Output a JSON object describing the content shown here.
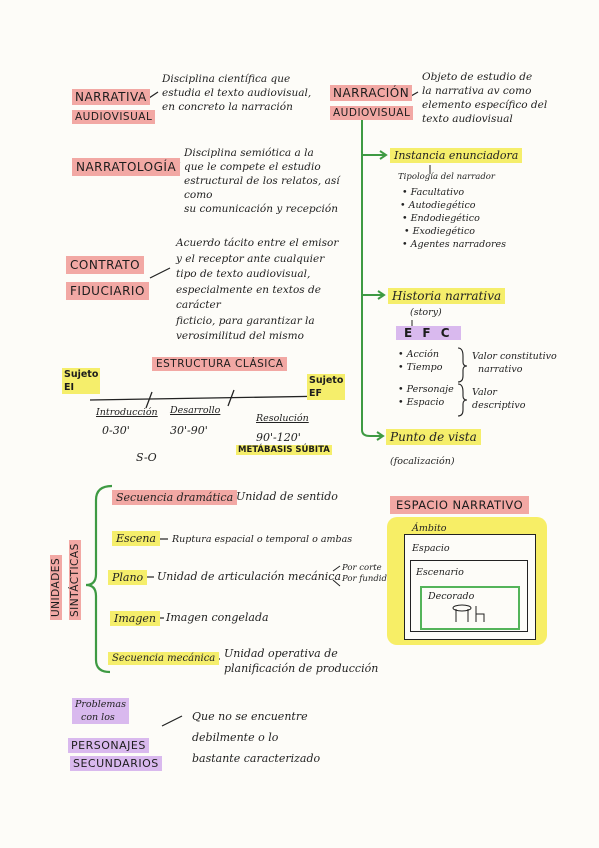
{
  "left": {
    "narrativa_line1": "NARRATIVA",
    "narrativa_line2": "AUDIOVISUAL",
    "narrativa_def": [
      "Disciplina científica que",
      "estudia el texto audiovisual,",
      "en concreto la narración"
    ],
    "narratologia": "NARRATOLOGÍA",
    "narratologia_def": [
      "Disciplina semiótica a la",
      "que le compete el estudio",
      "estructural de los relatos, así como",
      "su comunicación y recepción"
    ],
    "contrato_line1": "CONTRATO",
    "contrato_line2": "FIDUCIARIO",
    "contrato_def": [
      "Acuerdo tácito entre el emisor",
      "y el receptor ante cualquier",
      "tipo de texto audiovisual,",
      "especialmente en textos de carácter",
      "ficticio, para garantizar la",
      "verosimilitud del mismo"
    ]
  },
  "estructura": {
    "title": "ESTRUCTURA CLÁSICA",
    "sujeto_ei_1": "Sujeto",
    "sujeto_ei_2": "EI",
    "sujeto_ef_1": "Sujeto",
    "sujeto_ef_2": "EF",
    "intro": "Introducción",
    "intro_val": "0-30'",
    "desarrollo": "Desarrollo",
    "desarrollo_val": "30'-90'",
    "resolucion": "Resolución",
    "resolucion_val": "90'-120'",
    "metabasis": "METÁBASIS SÚBITA",
    "so": "S-O"
  },
  "right": {
    "narracion_line1": "NARRACIÓN",
    "narracion_line2": "AUDIOVISUAL",
    "narracion_def": [
      "Objeto de estudio de",
      "la narrativa av como",
      "elemento específico del",
      "texto audiovisual"
    ],
    "instancia": "Instancia enunciadora",
    "tipologia": "Tipología del narrador",
    "narradores": [
      "Facultativo",
      "Autodiegético",
      "Endodiegético",
      "Exodiegético",
      "Agentes narradores"
    ],
    "historia": "Historia narrativa",
    "story": "(story)",
    "efc": "E F C",
    "accion": "Acción",
    "tiempo": "Tiempo",
    "valor_constitutivo_1": "Valor constitutivo",
    "valor_constitutivo_2": "narrativo",
    "personaje": "Personaje",
    "espacio": "Espacio",
    "valor_descriptivo_1": "Valor",
    "valor_descriptivo_2": "descriptivo",
    "punto": "Punto de vista",
    "focalizacion": "(focalización)"
  },
  "unidades": {
    "label_1": "UNIDADES",
    "label_2": "SINTÁCTICAS",
    "items": [
      {
        "term": "Secuencia dramática",
        "def": "Unidad de sentido"
      },
      {
        "term": "Escena",
        "def": "Ruptura espacial o temporal o ambas"
      },
      {
        "term": "Plano",
        "def": "Unidad de articulación mecánica"
      },
      {
        "term": "Imagen",
        "def": "Imagen congelada"
      },
      {
        "term": "Secuencia mecánica",
        "def": "Unidad operativa de"
      }
    ],
    "plano_extra_1": "Por corte",
    "plano_extra_2": "Por fundido",
    "mecanica_def2": "planificación de producción"
  },
  "espacio": {
    "title": "ESPACIO NARRATIVO",
    "ambito": "Ámbito",
    "espacio": "Espacio",
    "escenario": "Escenario",
    "decorado": "Decorado"
  },
  "problemas": {
    "line1": "Problemas",
    "line2": "con los",
    "personajes": "PERSONAJES",
    "secundarios": "SECUNDARIOS",
    "def": [
      "Que no se encuentre",
      "debilmente o lo",
      "bastante caracterizado"
    ]
  },
  "colors": {
    "red_highlight": "#f2a8a4",
    "yellow_highlight": "#f5ee6b",
    "purple_highlight": "#d9b9ee",
    "green_ink": "#3e9a43"
  }
}
